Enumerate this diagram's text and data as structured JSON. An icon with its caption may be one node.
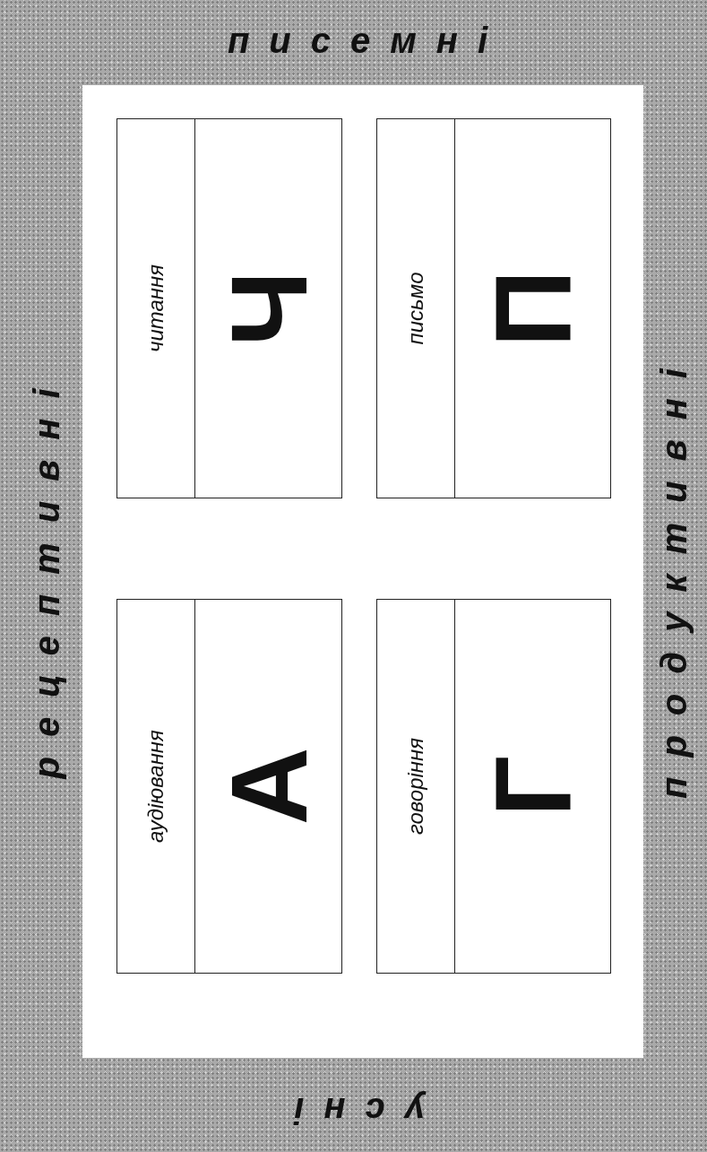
{
  "diagram": {
    "nodes": [
      {
        "text": [
          "аудіювання",
          "А"
        ]
      },
      {
        "text": [
          "читання",
          "Ч"
        ]
      },
      {
        "text": [
          "говоріння",
          "Г"
        ]
      },
      {
        "text": [
          "письмо",
          "П"
        ]
      }
    ],
    "labels": [
      "рецептивні",
      "продуктивні",
      "писемні",
      "усні"
    ]
  }
}
